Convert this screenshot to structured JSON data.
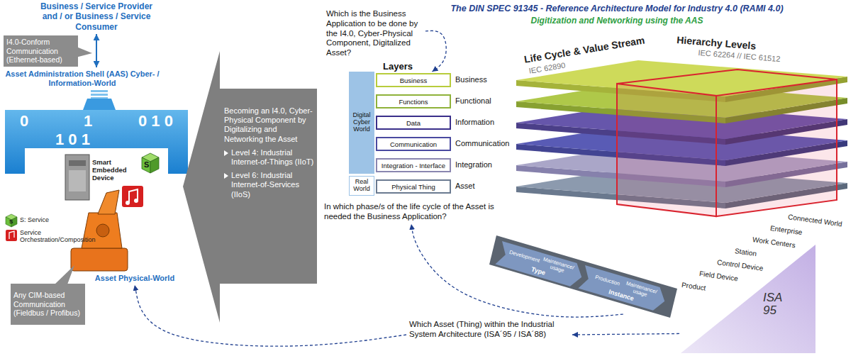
{
  "diagram": {
    "title": "The DIN SPEC 91345 - Reference Architecture Model for Industry 4.0 (RAMI 4.0)",
    "nodes": [
      {
        "text": [
          "Business / Service Provider and / or Business / Service Consumer"
        ]
      },
      {
        "text": [
          "I4.0-Conform Communication (Ethernet-based)"
        ]
      },
      {
        "text": [
          "Asset Administration Shell (AAS) Cyber- / Information-World"
        ]
      },
      {
        "text": [
          "Any CIM-based Communication (Fieldbus / Profibus)"
        ]
      },
      {
        "text": [
          "Asset Physical-World"
        ]
      },
      {
        "text": [
          "Becoming an I4.0, Cyber-Physical Component by Digitalizing and Networking the Asset",
          "Level 4: Industrial Internet-of-Things (IIoT)",
          "Level 6: Industrial Internet-of-Services (IIoS)"
        ]
      },
      {
        "text": [
          "Which is the Business Application to be done by the I4.0, Cyber-Physical Component, Digitalized Asset?"
        ]
      },
      {
        "text": [
          "Digital Cyber World"
        ]
      },
      {
        "text": [
          "Real World"
        ]
      },
      {
        "text": [
          "Business"
        ]
      },
      {
        "text": [
          "Functions"
        ]
      },
      {
        "text": [
          "Data"
        ]
      },
      {
        "text": [
          "Communication"
        ]
      },
      {
        "text": [
          "Integration - Interface"
        ]
      },
      {
        "text": [
          "Physical Thing"
        ]
      },
      {
        "text": [
          "In which phase/s of the life cycle of the Asset is needed the Business Application?"
        ]
      },
      {
        "text": [
          "Which Asset (Thing) within the Industrial System Architecture (ISA´95 / ISA´88)"
        ]
      },
      {
        "text": [
          "Development",
          "Maintenance/ usage",
          "Type"
        ]
      },
      {
        "text": [
          "Production",
          "Maintenance/ usage",
          "Instance"
        ]
      },
      {
        "text": [
          "ISA 95"
        ]
      }
    ],
    "edges": [
      {
        "from": 0,
        "to": 2,
        "arrow": "both"
      },
      {
        "from": 6,
        "to": 9,
        "arrow": "to"
      },
      {
        "from": 18,
        "to": 15,
        "arrow": "to"
      },
      {
        "from": 19,
        "to": 16,
        "arrow": "to"
      },
      {
        "from": 16,
        "to": 4,
        "arrow": "to"
      }
    ],
    "labels": [
      "Digitization and Networking using the AAS",
      "0",
      "1",
      "0 1 0",
      "1 0 1",
      "S",
      "Smart Embedded Device",
      "Layers",
      "Business",
      "Functional",
      "Information",
      "Communication",
      "Integration",
      "Asset",
      "Life Cycle & Value Stream",
      "IEC 62890",
      "Hierarchy Levels",
      "IEC 62264 // IEC 61512",
      "Connected World",
      "Enterprise",
      "Work Centers",
      "Station",
      "Control Device",
      "Field Device",
      "Product",
      "S"
    ],
    "legend": [
      {
        "text": "S: Service"
      },
      {
        "text": "Service Orchestration/Composition"
      }
    ]
  }
}
